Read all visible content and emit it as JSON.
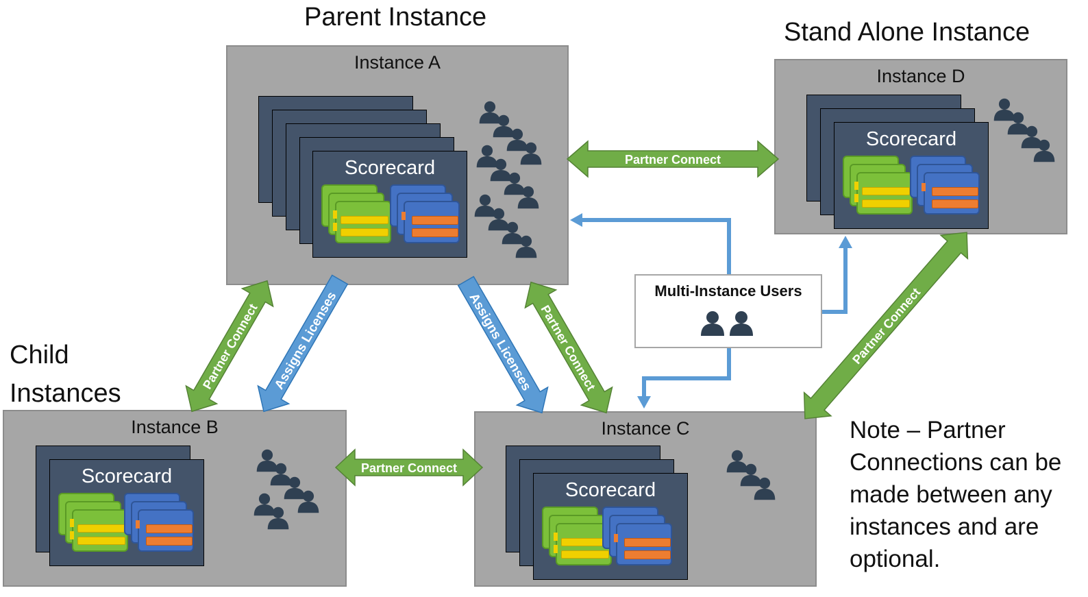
{
  "headers": {
    "parent": "Parent Instance",
    "standalone": "Stand Alone Instance",
    "child": "Child\nInstances"
  },
  "instances": {
    "a": {
      "title": "Instance A",
      "card": "Scorecard"
    },
    "b": {
      "title": "Instance B",
      "card": "Scorecard"
    },
    "c": {
      "title": "Instance C",
      "card": "Scorecard"
    },
    "d": {
      "title": "Instance D",
      "card": "Scorecard"
    }
  },
  "arrows": {
    "partner_connect": "Partner Connect",
    "assigns_licenses": "Assigns Licenses"
  },
  "multi_instance_users": "Multi-Instance Users",
  "note": "Note – Partner Connections can be made between any instances and are optional.",
  "colors": {
    "instance_bg": "#a6a6a6",
    "card_bg": "#44546a",
    "partner_arrow": "#70ad47",
    "license_arrow": "#5b9bd5",
    "person": "#2f4052"
  },
  "icons": {
    "user": "user-icon",
    "scorecard": "scorecard-icon"
  }
}
